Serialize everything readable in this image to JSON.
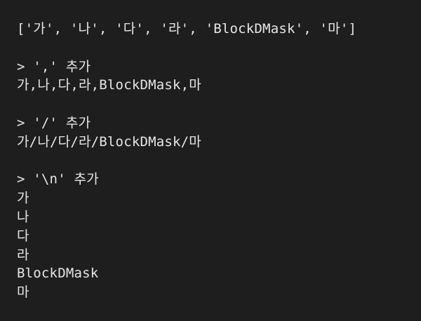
{
  "output": {
    "list_line": "['가', '나', '다', '라', 'BlockDMask', '마']",
    "comma_section": {
      "prompt": "> ',' 추가",
      "result": "가,나,다,라,BlockDMask,마"
    },
    "slash_section": {
      "prompt": "> '/' 추가",
      "result": "가/나/다/라/BlockDMask/마"
    },
    "newline_section": {
      "prompt": "> '\\n' 추가",
      "lines": [
        "가",
        "나",
        "다",
        "라",
        "BlockDMask",
        "마"
      ]
    }
  },
  "colors": {
    "background": "#1e1e1e",
    "text": "#e6e6e6"
  }
}
